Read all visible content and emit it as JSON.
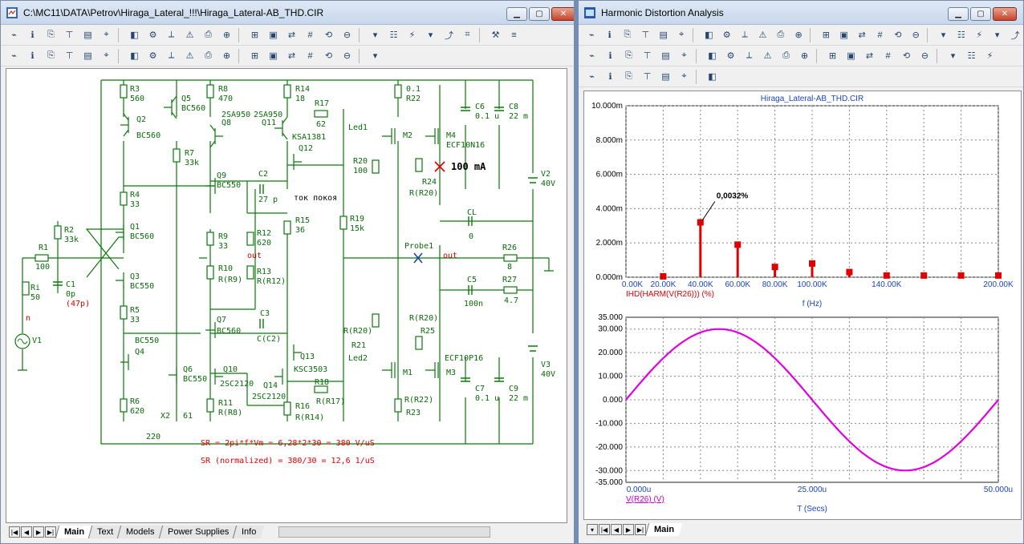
{
  "left_window": {
    "title": "C:\\MC11\\DATA\\Petrov\\Hiraga_Lateral_!!!\\Hiraga_Lateral-AB_THD.CIR",
    "tabs": [
      "Main",
      "Text",
      "Models",
      "Power Supplies",
      "Info"
    ],
    "active_tab": "Main",
    "labels": {
      "R3": "R3",
      "R3v": "560",
      "Q5": "Q5",
      "Q5m": "BC560",
      "Q2": "Q2",
      "Q2m": "BC560",
      "R8": "R8",
      "R8v": "470",
      "sa1": "2SA950",
      "Q8": "Q8",
      "sa2": "2SA950",
      "Q11": "Q11",
      "R14": "R14",
      "R14v": "18",
      "R17": "R17",
      "R17v": "62",
      "KSA": "KSA1381",
      "Q12": "Q12",
      "Led1": "Led1",
      "M2": "M2",
      "R22a": "0.1",
      "R22": "R22",
      "M4": "M4",
      "ECF1": "ECF10N16",
      "R20": "R20",
      "R20v": "100",
      "R24": "R24",
      "R24v": "R(R20)",
      "cur": "100 mA",
      "R7": "R7",
      "R7v": "33k",
      "Q9": "Q9",
      "Q9m": "BC550",
      "C2": "C2",
      "C2v": "27 p",
      "tok": "ток покоя",
      "C6": "C6",
      "C6v": "0.1 u",
      "C8": "C8",
      "C8v": "22 m",
      "V2": "V2",
      "V2v": "40V",
      "R4": "R4",
      "R4v": "33",
      "R2": "R2",
      "R2v": "33k",
      "Q1": "Q1",
      "Q1m": "BC560",
      "R9": "R9",
      "R9v": "33",
      "R12": "R12",
      "R12v": "620",
      "R15": "R15",
      "R15v": "36",
      "R19": "R19",
      "R19v": "15k",
      "CL": "CL",
      "CLv": "0",
      "Probe1": "Probe1",
      "out1": "out",
      "out2": "out",
      "R26": "R26",
      "R26v": "8",
      "R1": "R1",
      "R1v": "100",
      "Q3": "Q3",
      "Q3m": "BC550",
      "R10": "R10",
      "R10v": "R(R9)",
      "R13": "R13",
      "R13v": "R(R12)",
      "C5": "C5",
      "C5v": "100n",
      "R27": "R27",
      "R27v": "4.7",
      "Ri": "Ri",
      "Riv": "50",
      "C1": "C1",
      "C1v": "0p",
      "C1n": "(47p)",
      "R5": "R5",
      "R5v": "33",
      "C3": "C3",
      "C3v": "C(C2)",
      "R20b": "R(R20)",
      "R20c": "R(R20)",
      "R21": "R21",
      "R25": "R25",
      "Q7": "Q7",
      "Q7m": "BC560",
      "Q13": "Q13",
      "Led2": "Led2",
      "ECF2": "ECF10P16",
      "Q4m": "BC550",
      "Q4": "Q4",
      "KSC": "KSC3503",
      "M1": "M1",
      "M3": "M3",
      "V1": "V1",
      "n": "n",
      "Q6": "Q6",
      "Q6m": "BC550",
      "Q10": "Q10",
      "sc1": "2SC2120",
      "Q14": "Q14",
      "sc2": "2SC2120",
      "R18": "R18",
      "R18v": "R(R17)",
      "C7": "C7",
      "C7v": "0.1 u",
      "C9": "C9",
      "C9v": "22 m",
      "V3": "V3",
      "V3v": "40V",
      "R6": "R6",
      "R6v": "620",
      "X2": "X2",
      "X2v": "220",
      "v61": "61",
      "R11": "R11",
      "R11v": "R(R8)",
      "R16": "R16",
      "R16v": "R(R14)",
      "R22b": "R(R22)",
      "R23": "R23",
      "sr1": "SR = 2pi*f*Vm = 6,28*2*30 = 380 V/uS",
      "sr2": "SR (normalized) = 380/30 = 12,6  1/uS"
    }
  },
  "right_window": {
    "title": "Harmonic Distortion Analysis",
    "tabs": [
      "Main"
    ],
    "active_tab": "Main",
    "annotation": "0,0032%",
    "colors": {
      "harmonics": "#e00000",
      "waveform": "#e000e0",
      "grid": "#808080"
    }
  },
  "chart_data": [
    {
      "type": "bar",
      "title": "Hiraga_Lateral-AB_THD.CIR",
      "xlabel": "f (Hz)",
      "ylabel": "IHD(HARM(V(R26))) (%)",
      "xlim": [
        0,
        200000
      ],
      "ylim": [
        0,
        0.01
      ],
      "x_ticks": [
        "0.00K",
        "20.00K",
        "40.00K",
        "60.00K",
        "80.00K",
        "100.00K",
        "140.00K",
        "200.00K"
      ],
      "y_ticks": [
        "0.000m",
        "2.000m",
        "4.000m",
        "6.000m",
        "8.000m",
        "10.000m"
      ],
      "x": [
        20000,
        40000,
        60000,
        80000,
        100000,
        120000,
        140000,
        160000,
        180000,
        200000
      ],
      "values": [
        5e-05,
        0.0032,
        0.0019,
        0.0006,
        0.0008,
        0.0003,
        0.0001,
        0.0001,
        0.0001,
        0.0001
      ],
      "annotation": "0,0032%"
    },
    {
      "type": "line",
      "xlabel": "T (Secs)",
      "ylabel": "V(R26) (V)",
      "xlim": [
        0,
        50
      ],
      "ylim": [
        -35,
        35
      ],
      "x_ticks": [
        "0.000u",
        "25.000u",
        "50.000u"
      ],
      "y_ticks": [
        "35.000",
        "30.000",
        "20.000",
        "10.000",
        "0.000",
        "-10.000",
        "-20.000",
        "-30.000",
        "-35.000"
      ],
      "series": [
        {
          "name": "V(R26) (V)",
          "amplitude": 30,
          "period_us": 50,
          "phase": "sine"
        }
      ]
    }
  ]
}
